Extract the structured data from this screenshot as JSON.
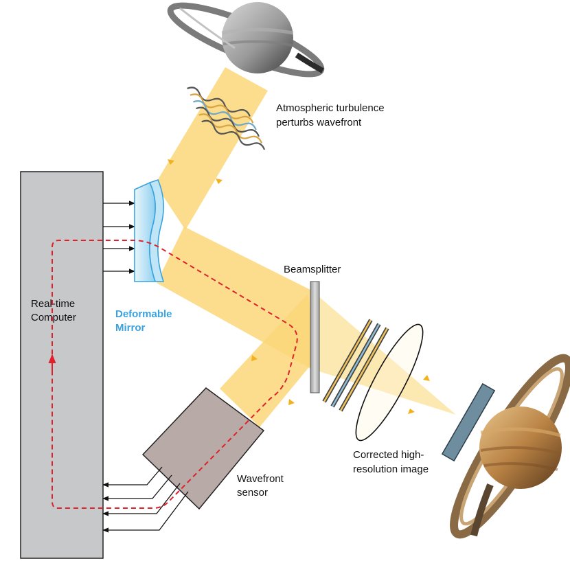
{
  "labels": {
    "turbulence_line1": "Atmospheric turbulence",
    "turbulence_line2": "perturbs wavefront",
    "beamsplitter": "Beamsplitter",
    "computer_line1": "Real-time",
    "computer_line2": "Computer",
    "mirror_line1": "Deformable",
    "mirror_line2": "Mirror",
    "corrected_line1": "Corrected high-",
    "corrected_line2": "resolution image",
    "sensor_line1": "Wavefront",
    "sensor_line2": "sensor"
  },
  "colors": {
    "beam": "#fbd77a",
    "beam_light": "#fce7a8",
    "beam_arrow": "#f2b21c",
    "computer": "#c7c8ca",
    "sensor": "#b8aaa6",
    "mirror_accent": "#3aa2dc",
    "feedback_loop": "#e0202a",
    "detector": "#6e8ea0"
  },
  "icons": [
    "saturn-planet-grey",
    "saturn-planet-color",
    "turbulence-waves"
  ]
}
